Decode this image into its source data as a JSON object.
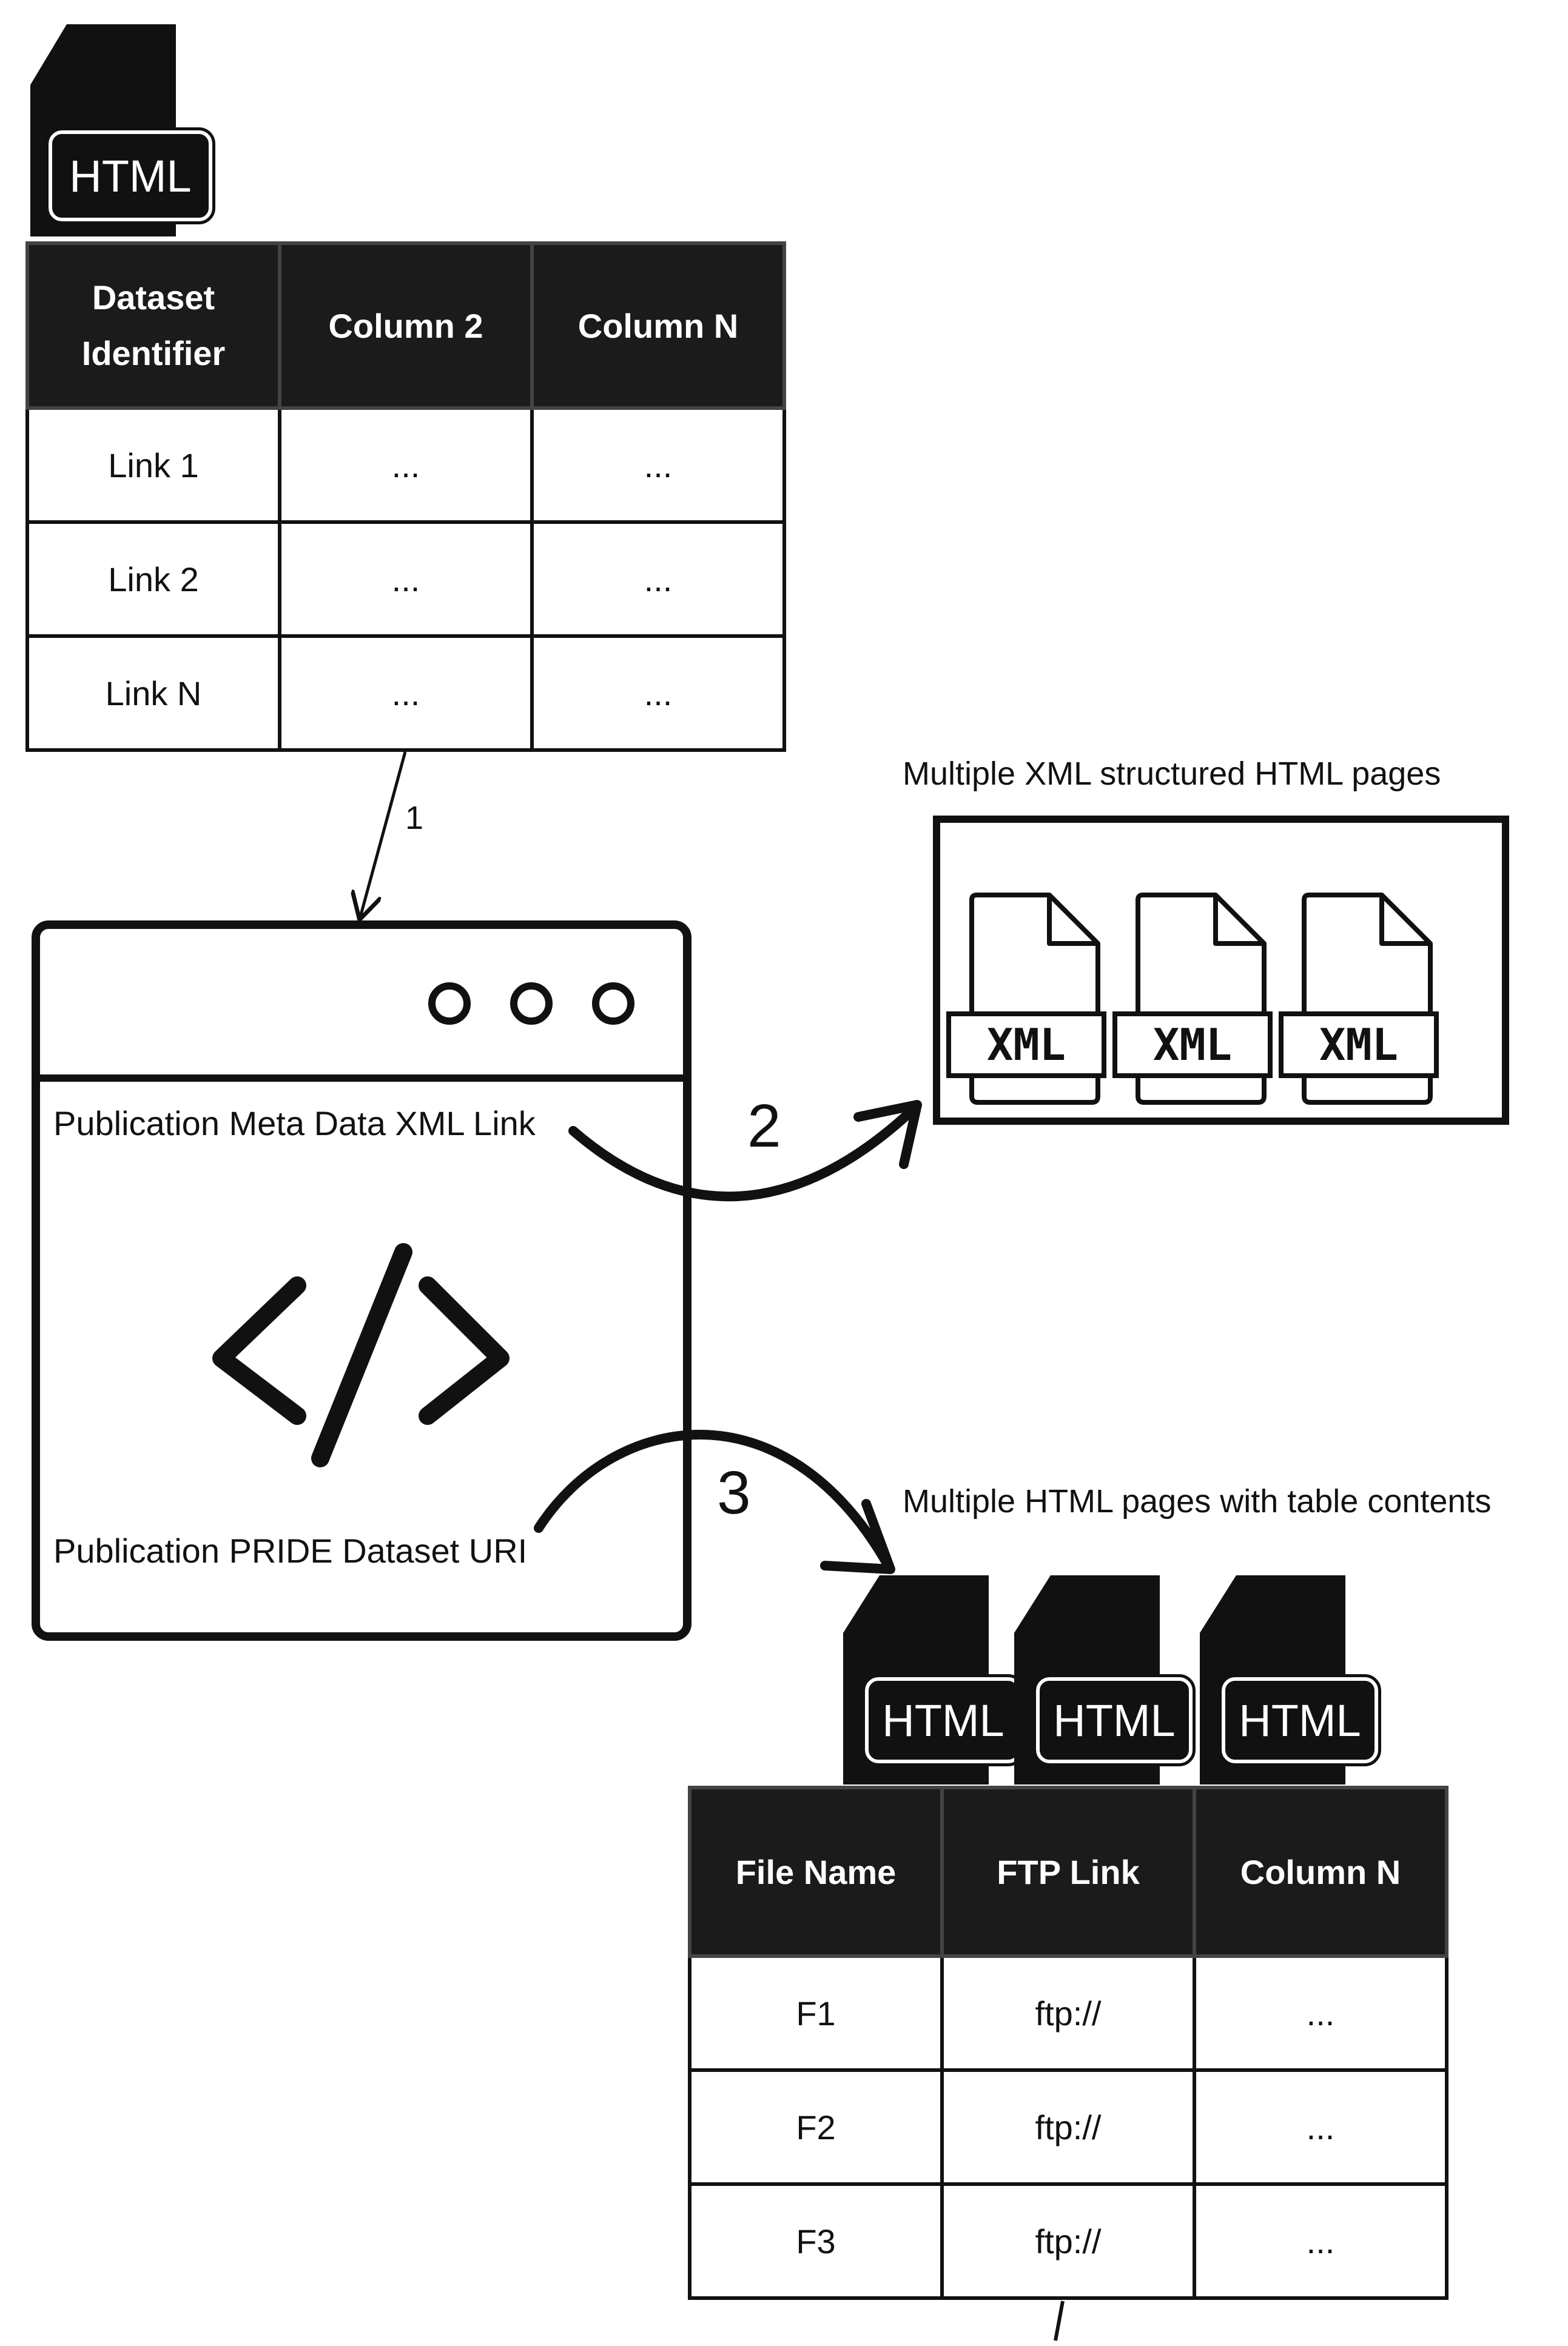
{
  "top_file_icon": {
    "tag": "HTML"
  },
  "top_table": {
    "headers": [
      "Dataset Identifier",
      "Column 2",
      "Column N"
    ],
    "rows": [
      [
        "Link 1",
        "...",
        "..."
      ],
      [
        "Link 2",
        "...",
        "..."
      ],
      [
        "Link N",
        "...",
        "..."
      ]
    ]
  },
  "steps": {
    "step1": "1",
    "step2": "2",
    "step3": "3"
  },
  "browser": {
    "xml_link_label": "Publication Meta Data XML Link",
    "dataset_uri_label": "Publication PRIDE Dataset URI"
  },
  "xml_group": {
    "caption": "Multiple XML structured HTML pages",
    "files": [
      "XML",
      "XML",
      "XML"
    ]
  },
  "html_group": {
    "caption": "Multiple HTML pages with table contents",
    "files": [
      "HTML",
      "HTML",
      "HTML"
    ]
  },
  "bottom_table": {
    "headers": [
      "File Name",
      "FTP Link",
      "Column N"
    ],
    "rows": [
      [
        "F1",
        "ftp://",
        "..."
      ],
      [
        "F2",
        "ftp://",
        "..."
      ],
      [
        "F3",
        "ftp://",
        "..."
      ]
    ]
  }
}
